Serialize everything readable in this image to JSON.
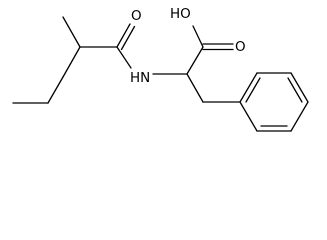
{
  "molecule": {
    "atom_labels": {
      "hydroxyl": "HO",
      "carboxyl_oxygen": "O",
      "amide_oxygen": "O",
      "amide_nitrogen": "HN"
    },
    "colors": {
      "bond": "#000000",
      "text": "#000000",
      "background": "#ffffff"
    }
  }
}
